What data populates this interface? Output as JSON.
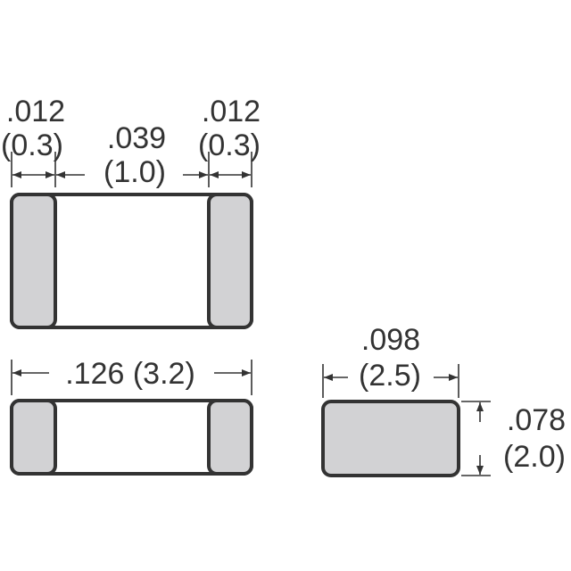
{
  "diagram": {
    "top_view": {
      "left_terminal_width": {
        "inch": ".012",
        "mm": "(0.3)"
      },
      "body_gap": {
        "inch": ".039",
        "mm": "(1.0)"
      },
      "right_terminal_width": {
        "inch": ".012",
        "mm": "(0.3)"
      }
    },
    "side_view": {
      "length": {
        "label": ".126 (3.2)"
      }
    },
    "end_view": {
      "width": {
        "inch": ".098",
        "mm": "(2.5)"
      },
      "height": {
        "inch": ".078",
        "mm": "(2.0)"
      }
    },
    "colors": {
      "outline": "#333333",
      "terminal": "#d2d2d4"
    }
  }
}
